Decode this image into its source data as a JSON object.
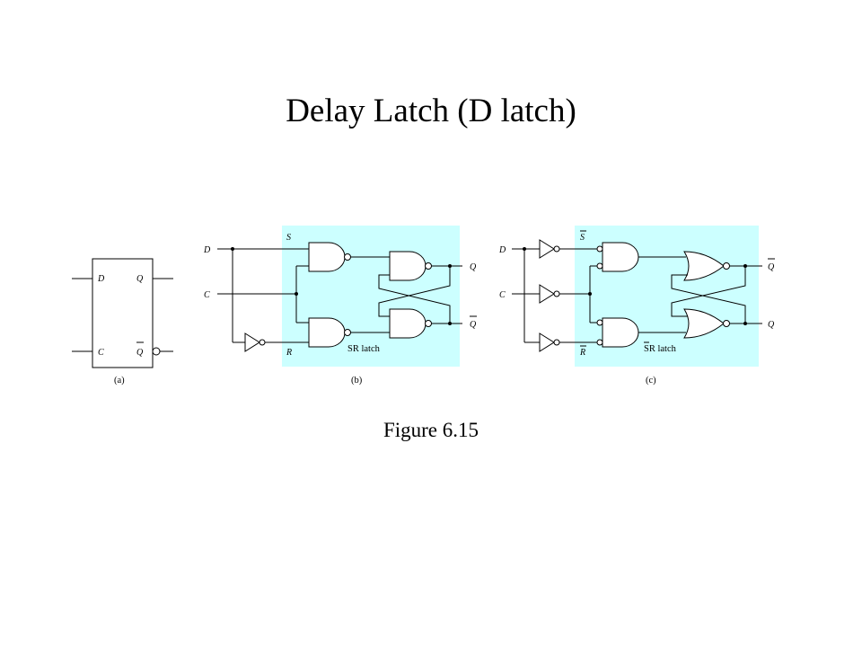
{
  "title": "Delay Latch (D latch)",
  "caption": "Figure 6.15",
  "colors": {
    "background": "#ffffff",
    "latch_box": "#ccffff",
    "ink": "#000000"
  },
  "panel_a": {
    "label": "(a)",
    "pins": {
      "d": "D",
      "c": "C",
      "q": "Q",
      "qbar": "Q"
    }
  },
  "panel_b": {
    "label": "(b)",
    "box_label": "SR latch",
    "inputs": {
      "d": "D",
      "c": "C"
    },
    "nodes": {
      "s": "S",
      "r": "R"
    },
    "outputs": {
      "q": "Q",
      "qbar": "Q"
    }
  },
  "panel_c": {
    "label": "(c)",
    "box_label": "SR latch",
    "inputs": {
      "d": "D",
      "c": "C"
    },
    "nodes": {
      "s": "S",
      "r": "R"
    },
    "outputs": {
      "qbar": "Q",
      "q": "Q"
    }
  }
}
